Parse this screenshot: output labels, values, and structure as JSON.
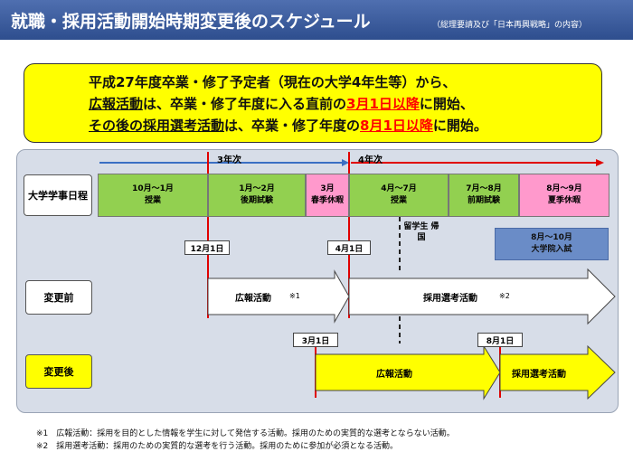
{
  "header": {
    "title": "就職・採用活動開始時期変更後のスケジュール",
    "subtitle": "（総理要請及び「日本再興戦略」の内容）"
  },
  "banner": {
    "line1": "平成27年度卒業・修了予定者（現在の大学4年生等）から、",
    "line2_a": "広報活動",
    "line2_b": "は、卒業・修了年度に入る直前の",
    "line2_c": "3月1日以降",
    "line2_d": "に開始、",
    "line3_a": "その後の採用選考活動",
    "line3_b": "は、卒業・修了年度の",
    "line3_c": "8月1日以降",
    "line3_d": "に開始。"
  },
  "timeline": {
    "year3": "3年次",
    "year4": "4年次",
    "row_label": "大学学事日程",
    "cells": [
      {
        "l1": "10月～1月",
        "l2": "授業"
      },
      {
        "l1": "1月～2月",
        "l2": "後期試験"
      },
      {
        "l1": "3月",
        "l2": "春季休暇"
      },
      {
        "l1": "4月～7月",
        "l2": "授業"
      },
      {
        "l1": "7月～8月",
        "l2": "前期試験"
      },
      {
        "l1": "8月～9月",
        "l2": "夏季休暇"
      }
    ],
    "study_abroad": "留学生 帰国",
    "grad_exam_l1": "8月～10月",
    "grad_exam_l2": "大学院入試"
  },
  "before": {
    "label": "変更前",
    "date1": "12月1日",
    "date2": "4月1日",
    "pr": "広報活動",
    "pr_note": "※1",
    "sel": "採用選考活動",
    "sel_note": "※2"
  },
  "after": {
    "label": "変更後",
    "date1": "3月1日",
    "date2": "8月1日",
    "pr": "広報活動",
    "sel": "採用選考活動"
  },
  "footnotes": [
    "※1　広報活動：採用を目的とした情報を学生に対して発信する活動。採用のための実質的な選考とならない活動。",
    "※2　採用選考活動：採用のための実質的な選考を行う活動。採用のために参加が必須となる活動。"
  ],
  "colors": {
    "title_bar": "#3a5a9c",
    "banner_bg": "#ffff00",
    "emphasis_red": "#ff0000",
    "panel_bg": "#d7dde8",
    "class_green": "#92d050",
    "break_pink": "#ff99cc",
    "exam_blue": "#6a8cc7",
    "marker_red": "#e00000"
  }
}
